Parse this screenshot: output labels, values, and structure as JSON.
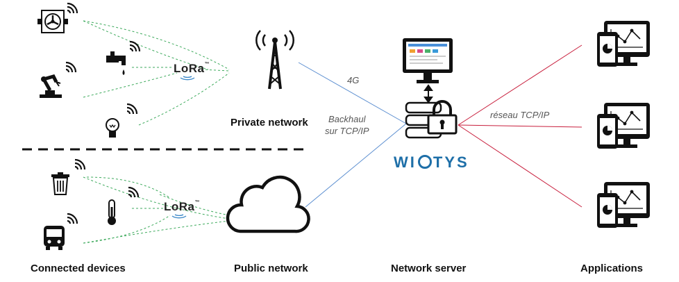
{
  "labels": {
    "private_network": "Private network",
    "public_network": "Public network",
    "connected_devices": "Connected devices",
    "network_server": "Network server",
    "applications": "Applications"
  },
  "links": {
    "four_g": "4G",
    "backhaul_line1": "Backhaul",
    "backhaul_line2": "sur TCP/IP",
    "reseau": "réseau TCP/IP"
  },
  "lora": {
    "text": "LoRa",
    "mark": "™"
  },
  "brand": {
    "wi": "WI",
    "tys": "TYS"
  },
  "icons": [
    "fan-icon",
    "faucet-icon",
    "robot-arm-icon",
    "lightbulb-icon",
    "trash-can-icon",
    "thermometer-icon",
    "bus-icon",
    "wifi-icon",
    "cell-tower-icon",
    "cloud-icon",
    "monitor-icon",
    "server-lock-icon",
    "computer-tablet-icon"
  ],
  "colors": {
    "device_link": "#3daa5c",
    "backhaul_link": "#5b8ed0",
    "app_link": "#c81e3c",
    "brand": "#1e6fa8"
  }
}
